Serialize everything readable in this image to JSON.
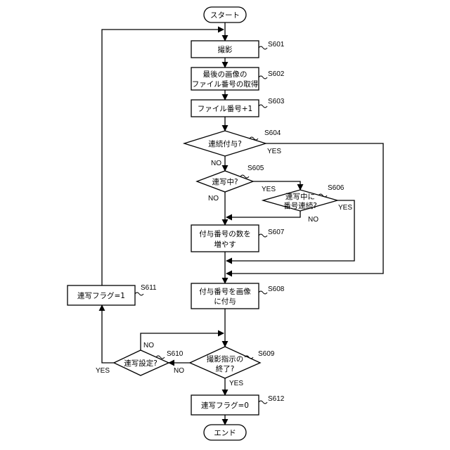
{
  "nodes": {
    "start": "スタート",
    "s601": "撮影",
    "s602": [
      "最後の画像の",
      "ファイル番号の取得"
    ],
    "s603": "ファイル番号+1",
    "s604": "連続付与?",
    "s605": "連写中?",
    "s606": [
      "連写中に",
      "番号連続?"
    ],
    "s607": [
      "付与番号の数を",
      "増やす"
    ],
    "s608": [
      "付与番号を画像",
      "に付与"
    ],
    "s609": [
      "撮影指示の",
      "終了?"
    ],
    "s610": "連写設定?",
    "s611": "連写フラグ=1",
    "s612": "連写フラグ=0",
    "end": "エンド"
  },
  "step_labels": {
    "s601": "S601",
    "s602": "S602",
    "s603": "S603",
    "s604": "S604",
    "s605": "S605",
    "s606": "S606",
    "s607": "S607",
    "s608": "S608",
    "s609": "S609",
    "s610": "S610",
    "s611": "S611",
    "s612": "S612"
  },
  "branch_labels": {
    "yes": "YES",
    "no": "NO"
  }
}
